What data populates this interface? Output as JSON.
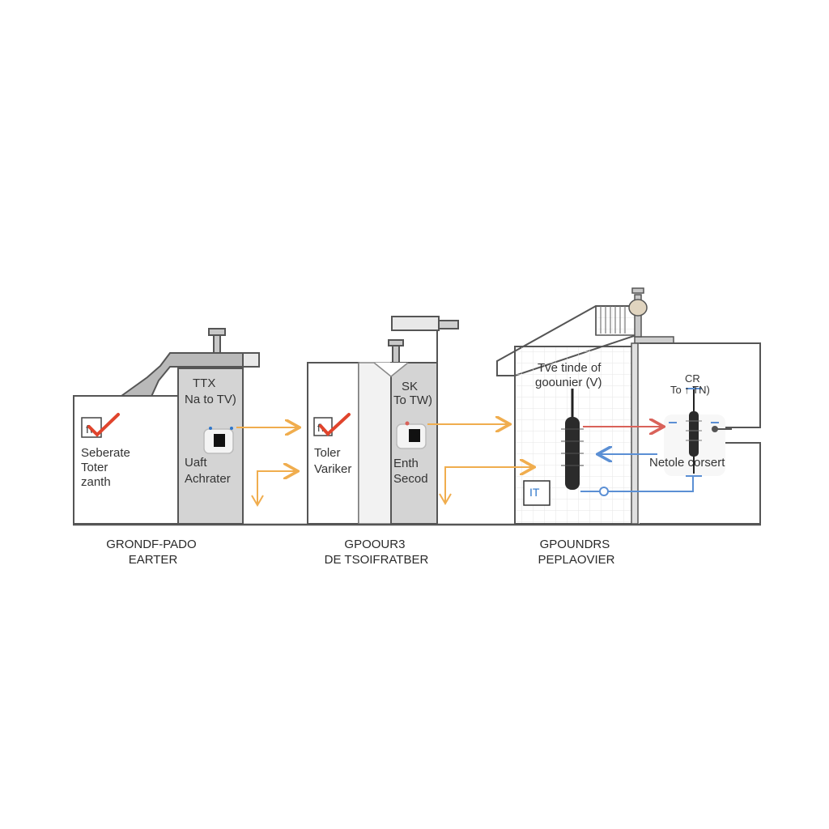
{
  "stage1": {
    "left_label": [
      "Seberate",
      "Toter",
      "zanth"
    ],
    "right_top": [
      "TTX",
      "Na to TV)"
    ],
    "right_bottom": [
      "Uaft",
      "Achrater"
    ],
    "caption": [
      "GRONDF-PADO",
      "EARTER"
    ]
  },
  "stage2": {
    "left_label": [
      "Toler",
      "Variker"
    ],
    "right_top": [
      "SK",
      "To TW)"
    ],
    "right_bottom": [
      "Enth",
      "Secod"
    ],
    "caption": [
      "GPOOUR3",
      "DE TSOIFRATBER"
    ]
  },
  "stage3": {
    "title": [
      "Tve tinde of",
      "goounier (V)"
    ],
    "meter_tag": "IT",
    "caption": [
      "GPOUNDRS",
      "PEPLAOVIER"
    ]
  },
  "stage4": {
    "top_label": [
      "CR",
      "To ↑ TN)"
    ],
    "bottom_label": "Netole  corsert"
  },
  "colors": {
    "orange": "#f0ad4e",
    "red_arrow": "#d9625a",
    "blue_arrow": "#5b8fd4",
    "check": "#e0442c",
    "outline": "#555555"
  }
}
